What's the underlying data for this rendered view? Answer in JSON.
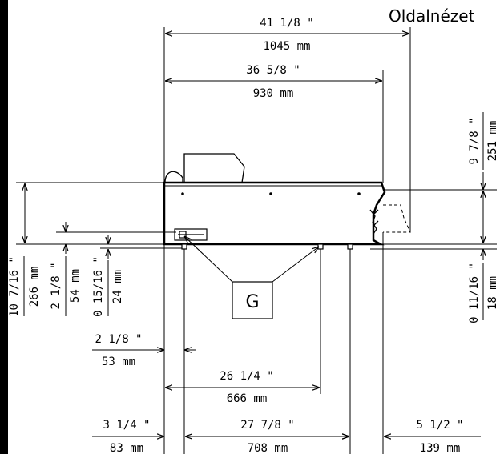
{
  "title": "Oldalnézet",
  "label_g": "G",
  "dims": {
    "overall_in": "41 1/8 \"",
    "overall_mm": "1045 mm",
    "body_in": "36 5/8 \"",
    "body_mm": "930 mm",
    "height_in": "10 7/16 \"",
    "height_mm": "266 mm",
    "panel_in": "2 1/8 \"",
    "panel_mm": "54 mm",
    "feet_in": "0 15/16 \"",
    "feet_mm": "24 mm",
    "right_top_in": "9 7/8 \"",
    "right_top_mm": "251 mm",
    "right_bottom_in": "0 11/16 \"",
    "right_bottom_mm": "18 mm",
    "front_in": "2 1/8 \"",
    "front_mm": "53 mm",
    "gas_in": "26 1/4 \"",
    "gas_mm": "666 mm",
    "left_in": "3 1/4 \"",
    "left_mm": "83 mm",
    "mid_in": "27 7/8 \"",
    "mid_mm": "708 mm",
    "rear_in": "5 1/2 \"",
    "rear_mm": "139 mm"
  }
}
